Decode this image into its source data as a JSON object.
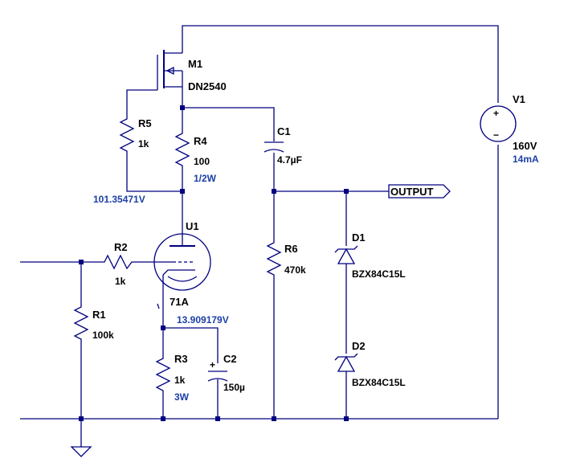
{
  "components": {
    "m1": {
      "ref": "M1",
      "value": "DN2540"
    },
    "v1": {
      "ref": "V1",
      "value": "160V",
      "current": "14mA",
      "plus": "+",
      "minus": "−"
    },
    "r5": {
      "ref": "R5",
      "value": "1k"
    },
    "r4": {
      "ref": "R4",
      "value": "100",
      "power": "1/2W"
    },
    "c1": {
      "ref": "C1",
      "value": "4.7µF"
    },
    "u1": {
      "ref": "U1",
      "value": "71A"
    },
    "r2": {
      "ref": "R2",
      "value": "1k"
    },
    "r1": {
      "ref": "R1",
      "value": "100k"
    },
    "r6": {
      "ref": "R6",
      "value": "470k"
    },
    "r3": {
      "ref": "R3",
      "value": "1k",
      "power": "3W"
    },
    "c2": {
      "ref": "C2",
      "value": "150µ",
      "plus": "+"
    },
    "d1": {
      "ref": "D1",
      "value": "BZX84C15L"
    },
    "d2": {
      "ref": "D2",
      "value": "BZX84C15L"
    }
  },
  "nodes": {
    "plate_voltage": "101.35471V",
    "cathode_voltage": "13.909179V"
  },
  "net_labels": {
    "output": "OUTPUT"
  },
  "colors": {
    "wire": "#000080",
    "annotation": "#1b3fa6"
  }
}
